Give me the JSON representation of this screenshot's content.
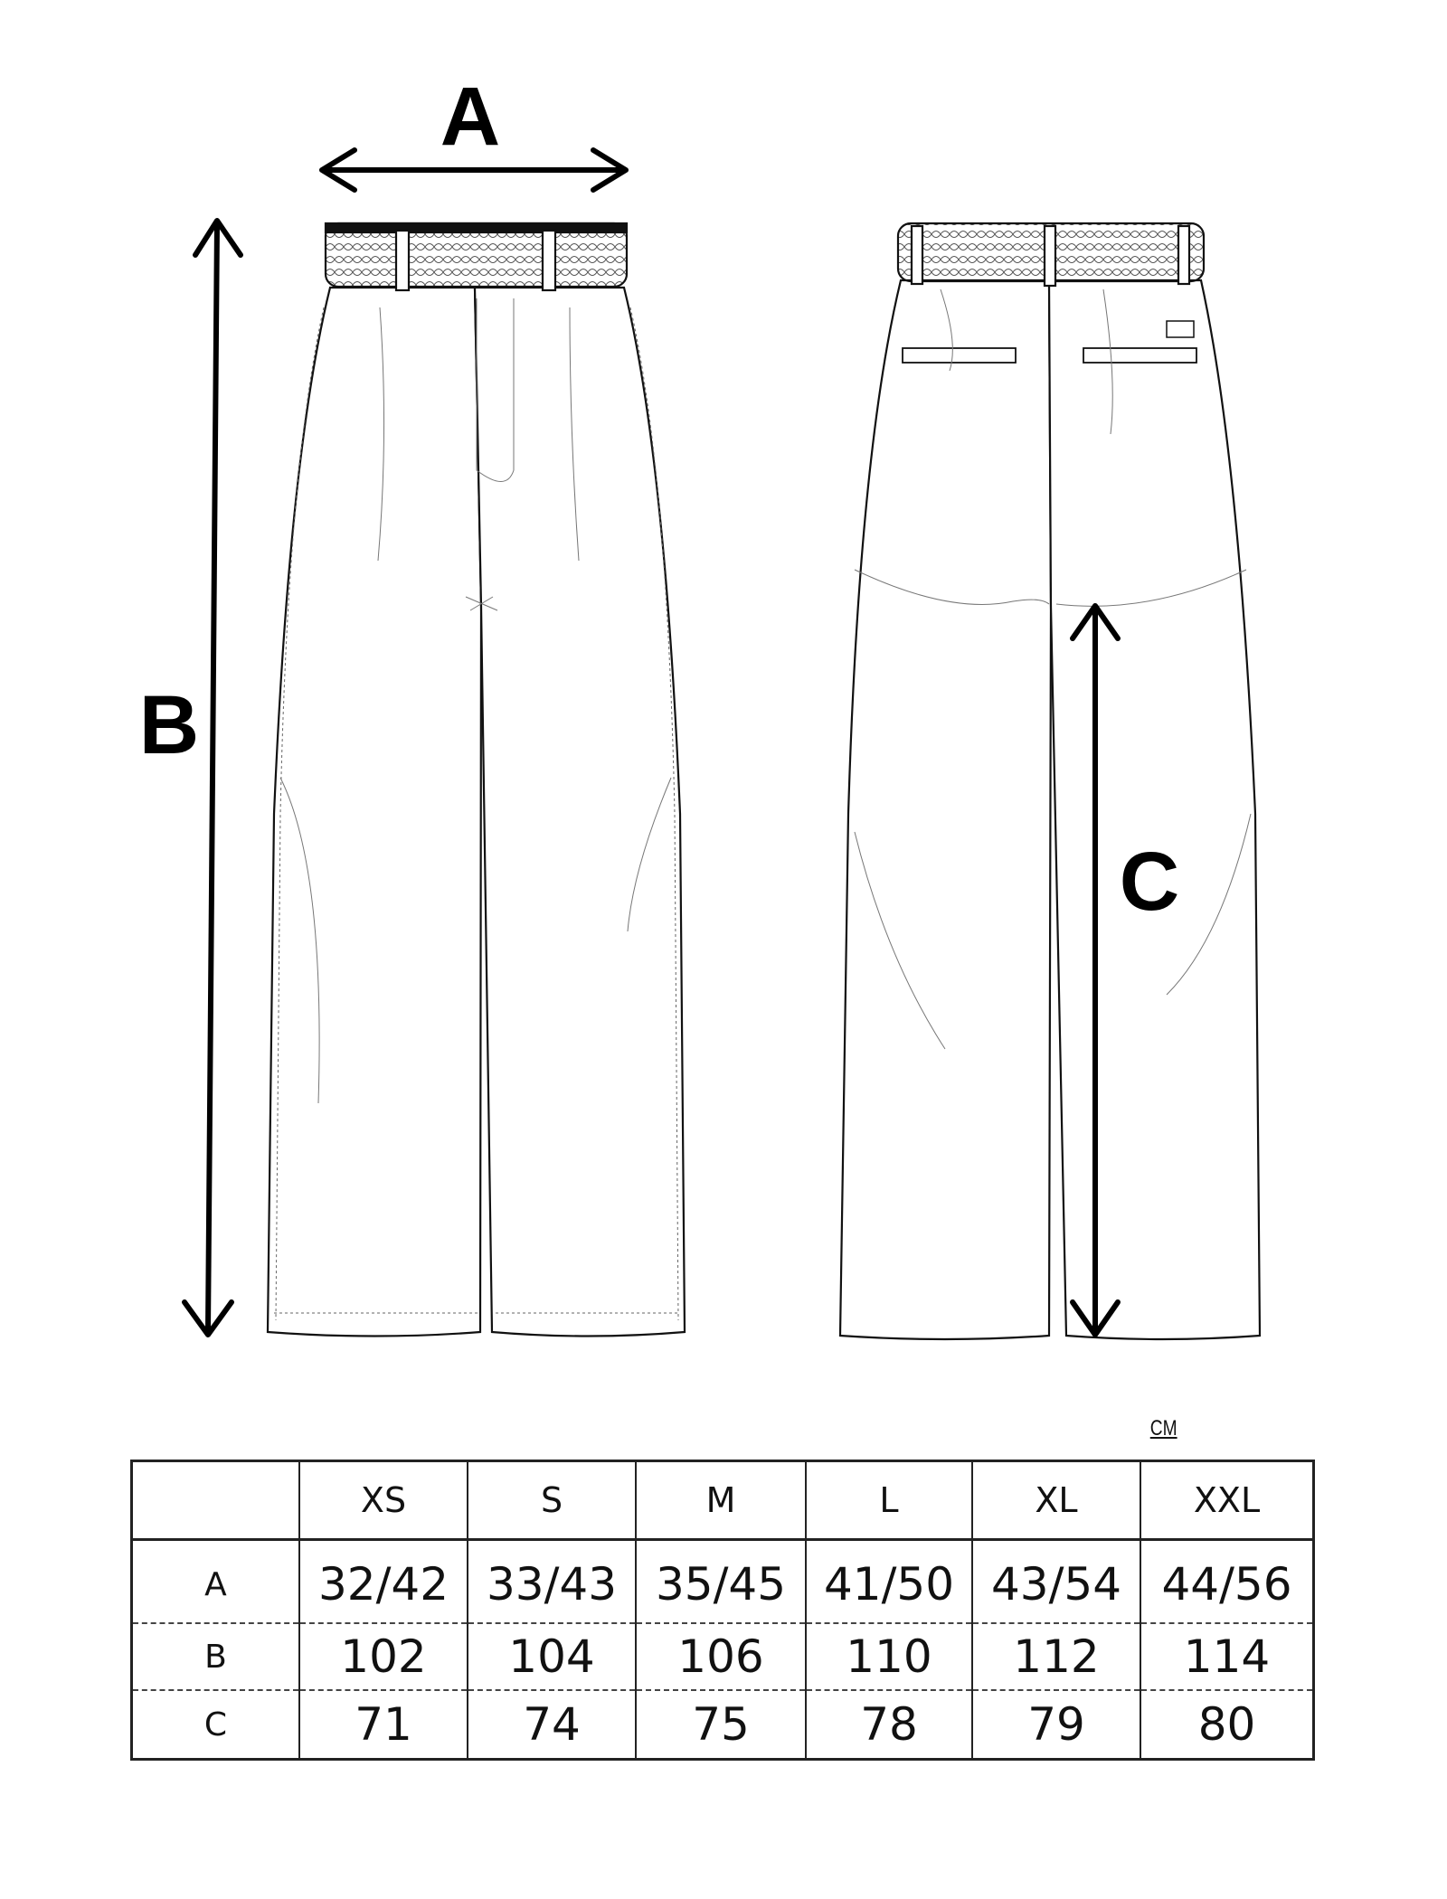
{
  "diagram": {
    "labels": {
      "a": "A",
      "b": "B",
      "c": "C"
    },
    "views": [
      "front-view",
      "back-view"
    ]
  },
  "size_chart": {
    "unit": "CM",
    "sizes": [
      "XS",
      "S",
      "M",
      "L",
      "XL",
      "XXL"
    ],
    "rows": [
      {
        "label": "A",
        "values": [
          "32/42",
          "33/43",
          "35/45",
          "41/50",
          "43/54",
          "44/56"
        ]
      },
      {
        "label": "B",
        "values": [
          "102",
          "104",
          "106",
          "110",
          "112",
          "114"
        ]
      },
      {
        "label": "C",
        "values": [
          "71",
          "74",
          "75",
          "78",
          "79",
          "80"
        ]
      }
    ]
  }
}
